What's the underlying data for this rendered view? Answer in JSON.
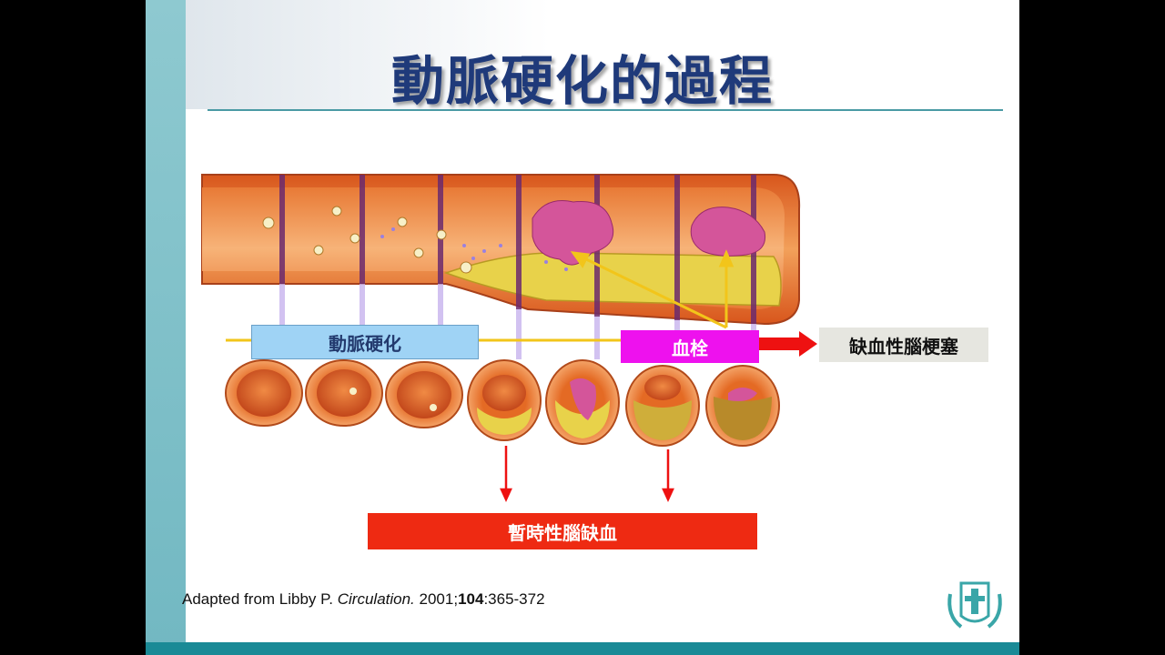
{
  "slide": {
    "title": "動脈硬化的過程",
    "labels": {
      "atherosclerosis": "動脈硬化",
      "thrombus": "血栓",
      "ischemic_stroke": "缺血性腦梗塞",
      "tia": "暫時性腦缺血"
    },
    "citation": {
      "prefix": "Adapted  from  Libby P. ",
      "journal": "Circulation.",
      "year": " 2001;",
      "volume": "104",
      "pages": ":365-372"
    }
  },
  "colors": {
    "title": "#1f3a7a",
    "atherosclerosis_box": "#9fd3f5",
    "thrombus_box": "#ee11ee",
    "tia_box": "#ee2a12",
    "arrow_red": "#ee1111",
    "arrow_yellow": "#f2c51a",
    "artery_wall": "#e8782c",
    "plaque": "#e8d24a",
    "clot": "#d4559a"
  }
}
